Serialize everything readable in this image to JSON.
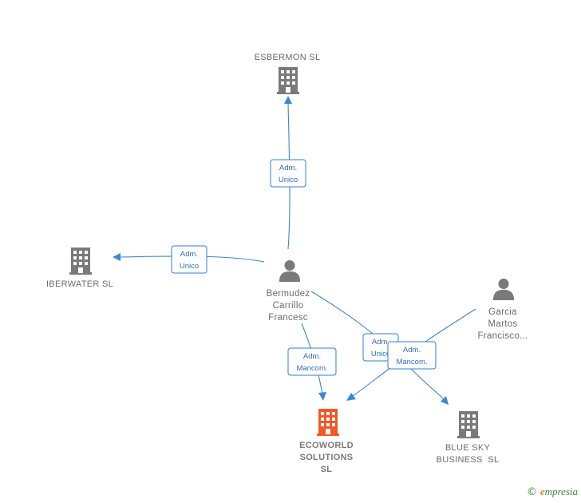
{
  "nodes": {
    "esbermon": {
      "label": [
        "ESBERMON SL"
      ],
      "type": "company"
    },
    "iberwater": {
      "label": [
        "IBERWATER SL"
      ],
      "type": "company"
    },
    "ecoworld": {
      "label": [
        "ECOWORLD",
        "SOLUTIONS",
        "SL"
      ],
      "type": "company-highlight",
      "color": "#f05a28"
    },
    "bluesky": {
      "label": [
        "BLUE SKY",
        "BUSINESS  SL"
      ],
      "type": "company"
    },
    "bermudez": {
      "label": [
        "Bermudez",
        "Carrillo",
        "Francesc"
      ],
      "type": "person"
    },
    "garcia": {
      "label": [
        "Garcia",
        "Martos",
        "Francisco..."
      ],
      "type": "person"
    }
  },
  "roles": {
    "esbermon": [
      "Adm.",
      "Unico"
    ],
    "iberwater": [
      "Adm.",
      "Unico"
    ],
    "ecoworld_bermudez": [
      "Adm.",
      "Mancom."
    ],
    "bluesky_bermudez": [
      "Adm.",
      "Unico"
    ],
    "mancom_garcia": [
      "Adm.",
      "Mancom."
    ]
  },
  "colors": {
    "edge": "#3a87d8",
    "icon": "#7a7a7a",
    "highlight": "#f05a28"
  },
  "brand": {
    "copyright": "©",
    "name_first": "e",
    "name_rest": "mpresia"
  }
}
